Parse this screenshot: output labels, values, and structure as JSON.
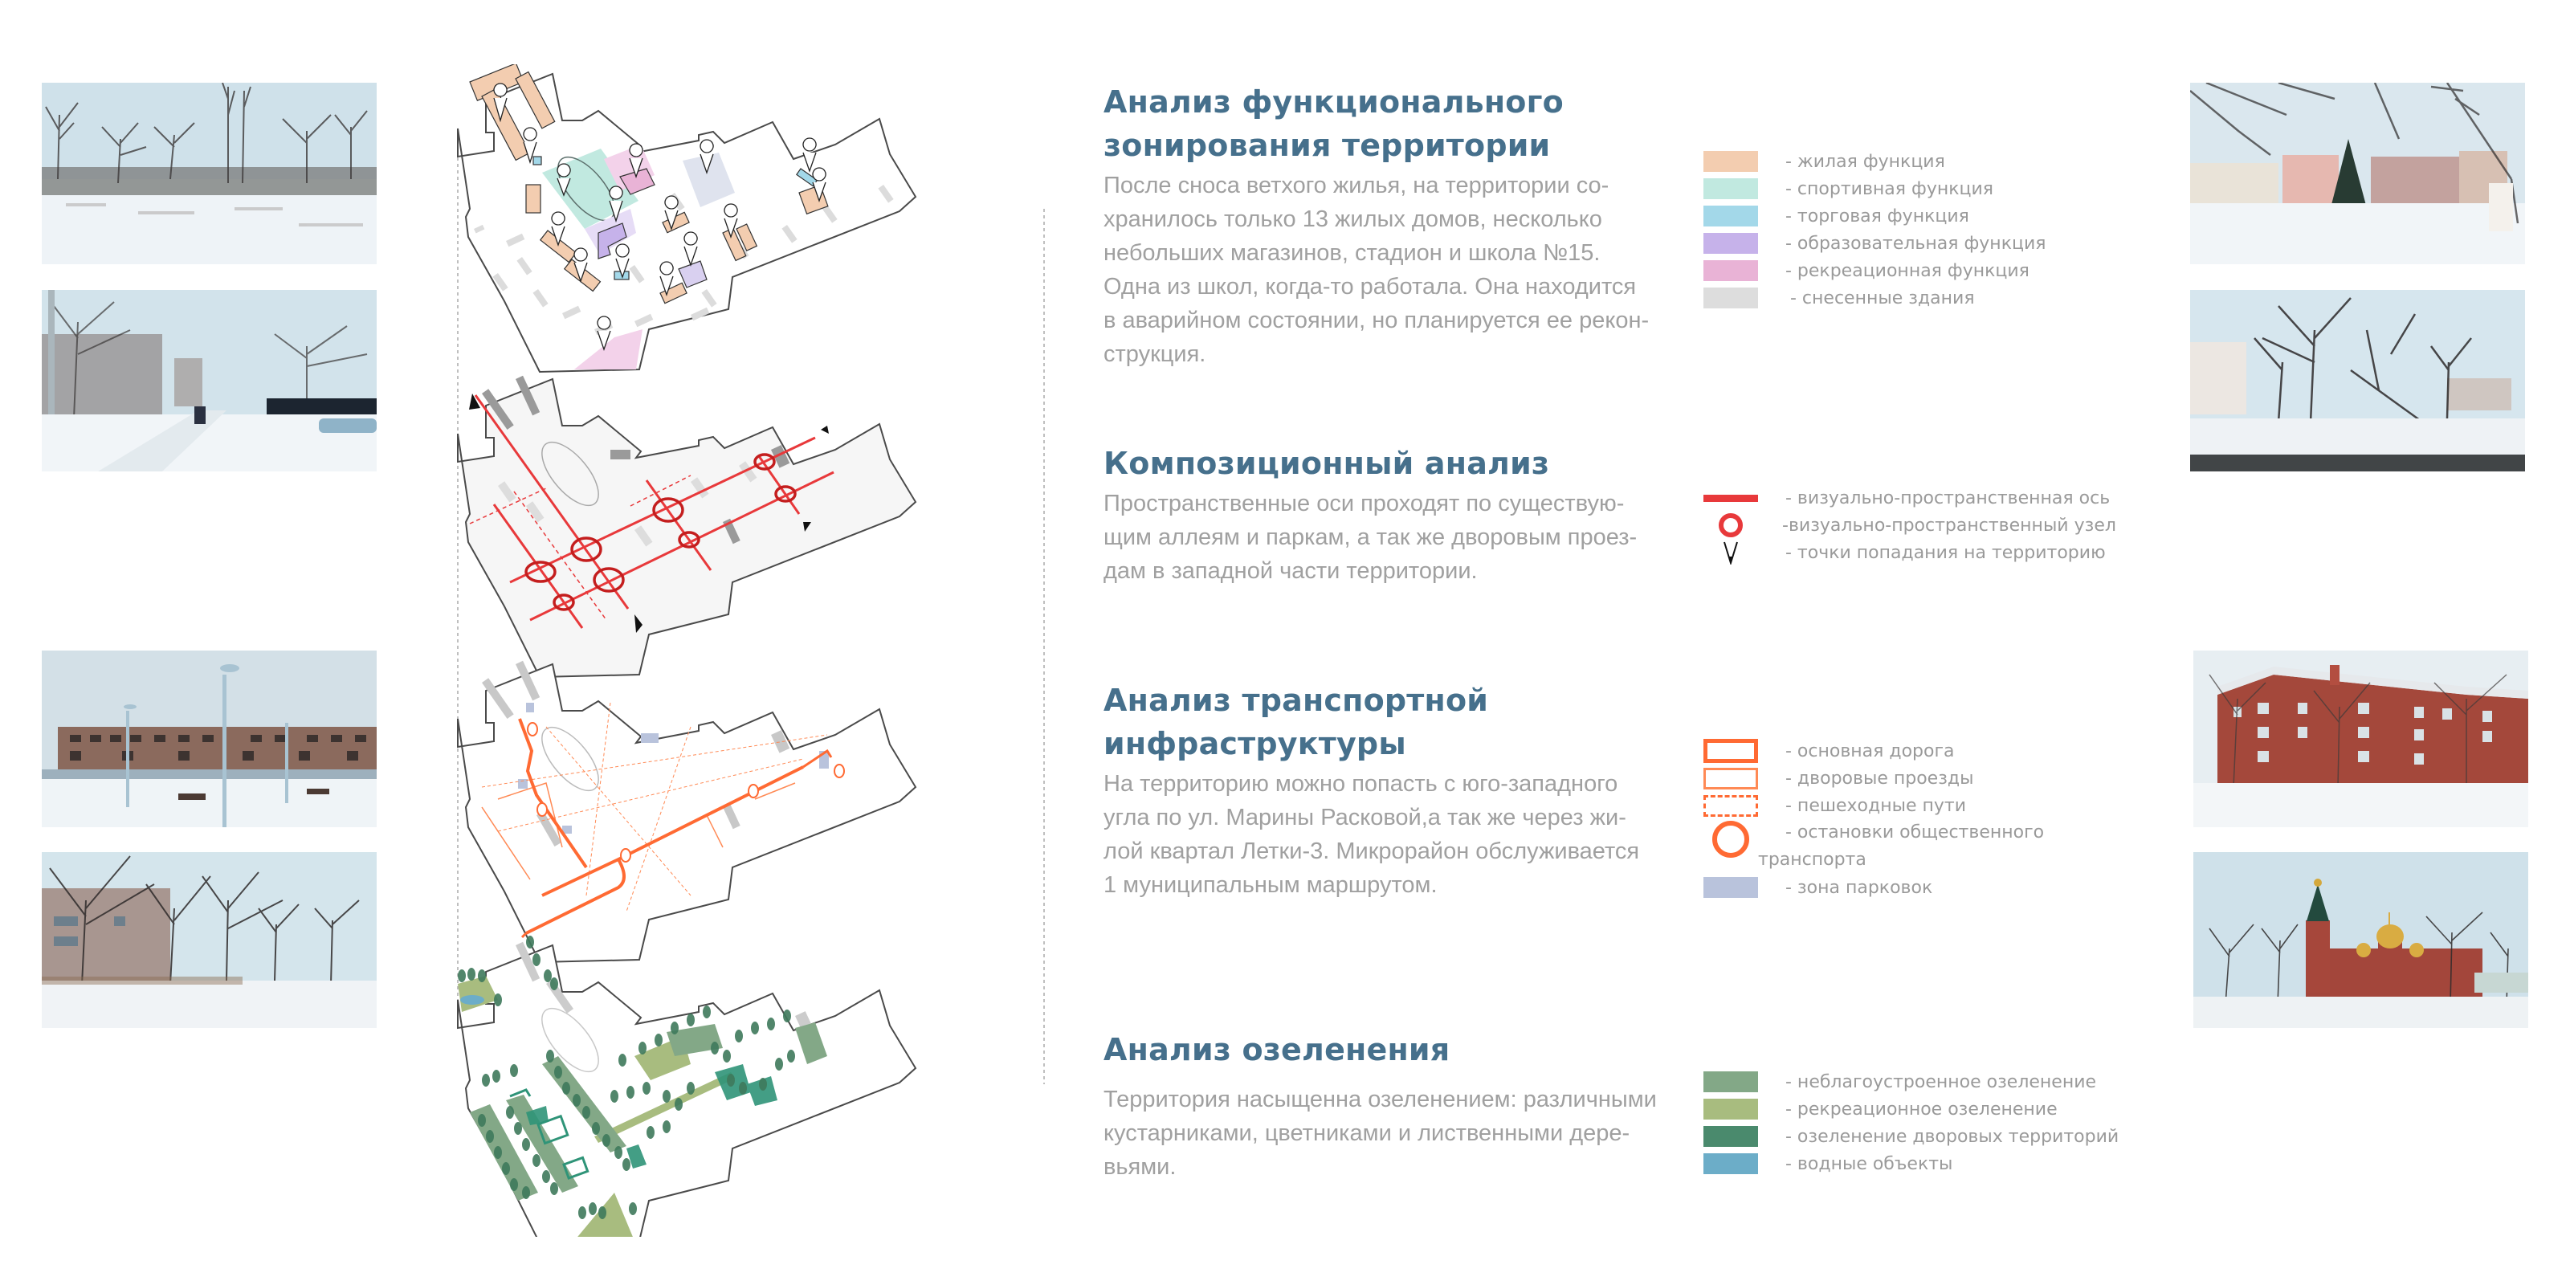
{
  "photos": {
    "left": [
      {
        "subject": "snowy vacant lot with bare trees and poplars"
      },
      {
        "subject": "snowy alley with pedestrians, pipes and black fence"
      },
      {
        "subject": "ruined school building behind park with street lamps and benches"
      },
      {
        "subject": "five-storey building among bare trees in snow"
      }
    ],
    "right": [
      {
        "subject": "park square with fir tree, monument and apartment blocks"
      },
      {
        "subject": "bare trees and fallen branches by a road"
      },
      {
        "subject": "red brick four-storey residential building with trees"
      },
      {
        "subject": "red brick orthodox church with golden domes"
      }
    ]
  },
  "diagram": {
    "layers": [
      {
        "name": "functional-zoning-layer"
      },
      {
        "name": "composition-layer"
      },
      {
        "name": "transport-layer"
      },
      {
        "name": "greenery-layer"
      }
    ],
    "colors": {
      "residential": "#f3cdb0",
      "sport": "#c1e9e0",
      "trade": "#a3d8e9",
      "education": "#c6b2ea",
      "recreation": "#e9b3d6",
      "demolished": "#dddddd",
      "axis": "#e8393b",
      "node": "#c41e1e",
      "road": "#ff6a33",
      "parking": "#b9c3dc",
      "green_unimproved": "#83a887",
      "green_recreation": "#a8bc7f",
      "green_yard": "#4a8a6d",
      "water": "#6cadc8",
      "tree": "#3f7a5c"
    }
  },
  "sections": [
    {
      "title": "Анализ функционального зонирования территории",
      "title_lines": [
        "Анализ функционального",
        "зонирования территории"
      ],
      "text_lines": [
        "После сноса ветхого жилья, на территории со-",
        "хранилось только 13 жилых домов, несколько",
        "небольших магазинов, стадион и школа №15.",
        "Одна из школ, когда-то работала. Она находится",
        "в аварийном состоянии, но планируется ее рекон-",
        "струкция."
      ],
      "legend": [
        {
          "label": "- жилая функция",
          "color": "#f3cdb0"
        },
        {
          "label": "- спортивная функция",
          "color": "#c1e9e0"
        },
        {
          "label": "- торговая функция",
          "color": "#a3d8e9"
        },
        {
          "label": "- образовательная функция",
          "color": "#c6b2ea"
        },
        {
          "label": "- рекреационная функция",
          "color": "#e9b3d6"
        },
        {
          "label": " - снесенные здания",
          "color": "#dddddd"
        }
      ]
    },
    {
      "title_lines": [
        "Композиционный анализ"
      ],
      "text_lines": [
        "Пространственные оси проходят по существую-",
        "щим аллеям и паркам, а так же дворовым проез-",
        "дам в западной части территории."
      ],
      "legend": [
        {
          "label": "- визуально-пространственная ось",
          "symbol": "red-bar-icon",
          "color": "#e8393b"
        },
        {
          "label": "-визуально-пространственный узел",
          "symbol": "red-ring-icon",
          "color": "#e8393b"
        },
        {
          "label": "- точки попадания на территорию",
          "symbol": "entry-chevron-icon",
          "color": "#111111"
        }
      ]
    },
    {
      "title_lines": [
        "Анализ транспортной",
        "инфраструктуры"
      ],
      "text_lines": [
        "На территорию можно попасть с юго-западного",
        "угла по ул. Марины Расковой,а  так же через жи-",
        "лой квартал Летки-3. Микрорайон обслуживается",
        "1 муниципальным маршрутом."
      ],
      "legend": [
        {
          "label": "- основная дорога",
          "symbol": "thick-outline-icon",
          "color": "#ff6a33"
        },
        {
          "label": "- дворовые проезды",
          "symbol": "thin-outline-icon",
          "color": "#ff8a55"
        },
        {
          "label": "- пешеходные пути",
          "symbol": "dashed-outline-icon",
          "color": "#ff6a33"
        },
        {
          "label": "- остановки общественного транспорта",
          "label_lines": [
            "- остановки общественного",
            "транспорта"
          ],
          "symbol": "orange-ring-icon",
          "color": "#ff6a33"
        },
        {
          "label": "- зона парковок",
          "color": "#b9c3dc"
        }
      ]
    },
    {
      "title_lines": [
        "Анализ озеленения"
      ],
      "text_lines": [
        "Территория насыщенна озеленением: различными",
        "кустарниками, цветниками и лиственными дере-",
        "вьями."
      ],
      "legend": [
        {
          "label": "- неблагоустроенное озеленение",
          "color": "#83a887"
        },
        {
          "label": "- рекреационное озеленение",
          "color": "#a8bc7f"
        },
        {
          "label": "- озеленение дворовых территорий",
          "color": "#4a8a6d"
        },
        {
          "label": "- водные объекты",
          "color": "#6cadc8"
        }
      ]
    }
  ]
}
